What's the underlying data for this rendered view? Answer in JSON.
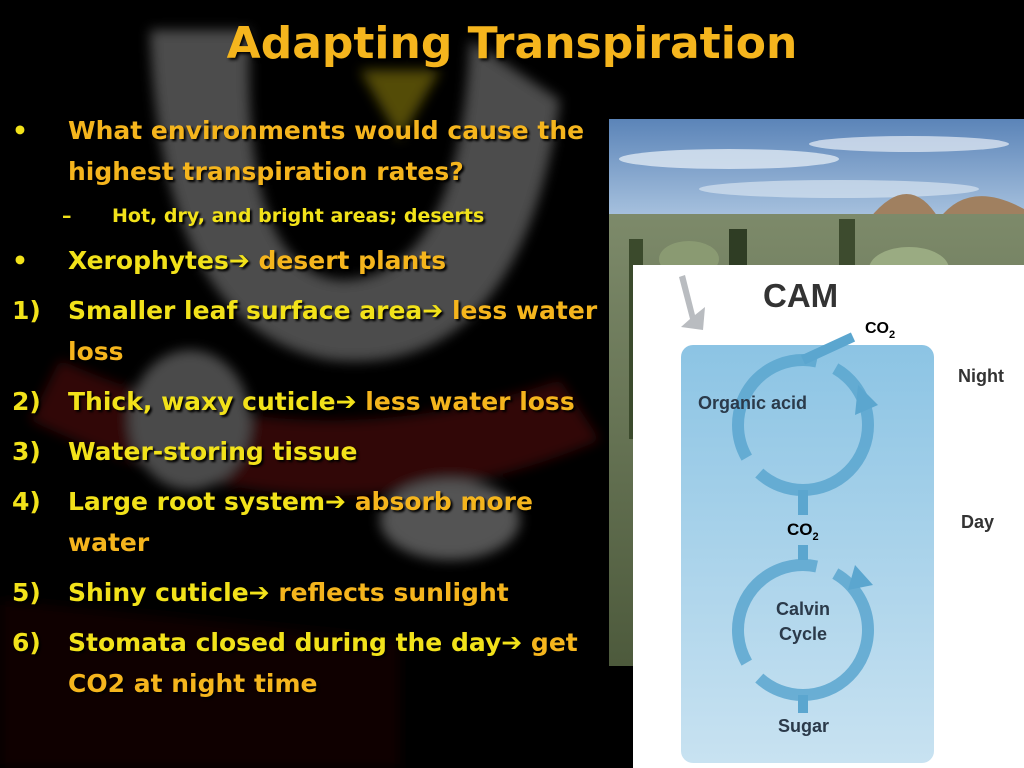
{
  "title": "Adapting Transpiration",
  "bullets": [
    {
      "marker": "•",
      "text": "What environments would cause the highest transpiration rates?"
    },
    {
      "marker": "–",
      "text": "Hot, dry, and bright areas; deserts",
      "sub": true
    },
    {
      "marker": "•",
      "text_a": "Xerophytes",
      "arrow": "➔",
      "text_b": " desert plants"
    },
    {
      "marker": "1)",
      "text_a": "Smaller leaf surface area",
      "arrow": "➔",
      "text_b": " less water loss"
    },
    {
      "marker": "2)",
      "text_a": "Thick, waxy cuticle",
      "arrow": "➔",
      "text_b": " less water loss"
    },
    {
      "marker": "3)",
      "text": "Water-storing tissue"
    },
    {
      "marker": "4)",
      "text_a": "Large root system",
      "arrow": "➔",
      "text_b": " absorb more water"
    },
    {
      "marker": "5)",
      "text_a": "Shiny cuticle",
      "arrow": "➔",
      "text_b": " reflects sunlight"
    },
    {
      "marker": "6)",
      "text_a": "Stomata closed during the day",
      "arrow": "➔",
      "text_b": " get CO2 at night time"
    }
  ],
  "diagram": {
    "title": "CAM",
    "co2_top": "CO",
    "co2_mid": "CO",
    "subscript": "2",
    "organic_acid": "Organic acid",
    "calvin_line1": "Calvin",
    "calvin_line2": "Cycle",
    "sugar": "Sugar",
    "night": "Night",
    "day": "Day"
  },
  "colors": {
    "title": "#f5b51d",
    "text": "#f2e21a",
    "accent": "#f5b51d",
    "diagram_fill": "#a9d3ea",
    "arrow_blue": "#7fb8d8"
  }
}
